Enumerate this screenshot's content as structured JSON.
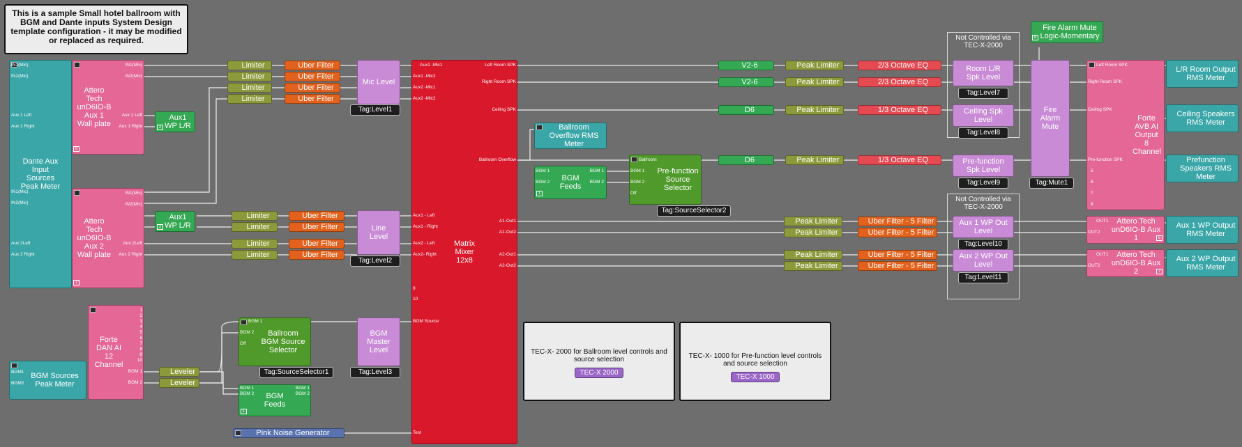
{
  "title_note": "This is a sample Small hotel ballroom with BGM and Dante inputs System Design template configuration - it may be modified or replaced as required.",
  "blocks": {
    "dante_meter": "Dante Aux Input Sources Peak Meter",
    "attero1": "Attero Tech unD6IO-B Aux 1 Wall plate",
    "attero2": "Attero Tech unD6IO-B Aux 2 Wall plate",
    "aux1_wplr_a": "Aux1 WP L/R",
    "aux1_wplr_b": "Aux1 WP L/R",
    "limiter": "Limiter",
    "uber_filter": "Uber Filter",
    "mic_level": "Mic Level",
    "line_level": "Line Level",
    "matrix": "Matrix Mixer 12x8",
    "forte_dan": "Forte DAN AI 12 Channel",
    "bgm_meter": "BGM Sources Peak Meter",
    "leveler": "Leveler",
    "ballroom_bgm_selector": "Ballroom BGM Source Selector",
    "bgm_feeds": "BGM Feeds",
    "bgm_master": "BGM Master Level",
    "pink_noise": "Pink Noise Generator",
    "overflow_meter": "Ballroom Overflow RMS Meter",
    "prefunction_selector": "Pre-function Source Selector",
    "v26": "V2-6",
    "d6": "D6",
    "peak_limiter": "Peak Limiter",
    "eq23": "2/3 Octave EQ",
    "eq13": "1/3 Octave EQ",
    "uber5": "Uber Filter - 5 Filter",
    "room_lr_level": "Room L/R Spk Level",
    "ceiling_level": "Ceiling Spk Level",
    "prefunction_level": "Pre-function Spk Level",
    "aux1_wp_out_level": "Aux 1 WP Out Level",
    "aux2_wp_out_level": "Aux 2 WP Out Level",
    "fire_mute": "Fire Alarm Mute",
    "fire_logic": "Fire Alarm Mute Logic-Momentary",
    "forte_avb": "Forte AVB AI Output 8 Channel",
    "attero_out1": "Attero Tech unD6IO-B Aux 1",
    "attero_out2": "Attero Tech unD6IO-B Aux 2",
    "lr_rms": "L/R Room Output RMS Meter",
    "ceiling_rms": "Ceiling Speakers RMS Meter",
    "prefunction_rms": "Prefunction Speakers RMS Meter",
    "aux1_rms": "Aux 1 WP Output RMS Meter",
    "aux2_rms": "Aux 2 WP Output RMS Meter"
  },
  "tags": {
    "level1": "Tag:Level1",
    "level2": "Tag:Level2",
    "level3": "Tag:Level3",
    "level7": "Tag:Level7",
    "level8": "Tag:Level8",
    "level9": "Tag:Level9",
    "level10": "Tag:Level10",
    "level11": "Tag:Level11",
    "mute1": "Tag:Mute1",
    "selector1": "Tag:SourceSelector1",
    "selector2": "Tag:SourceSelector2"
  },
  "frames": {
    "not_controlled": "Not Controlled via TEC-X-2000"
  },
  "notes": {
    "tec2000_text": "TEC-X- 2000 for Ballroom level controls and source selection",
    "tec2000_btn": "TEC-X 2000",
    "tec1000_text": "TEC-X- 1000 for Pre-function level controls and source selection",
    "tec1000_btn": "TEC-X 1000"
  },
  "ports": {
    "in1mic": "IN1(Mic)",
    "in2mic": "IN2(Mic)",
    "aux1left": "Aux 1 Left",
    "aux1right": "Aux 1 Right",
    "aux2left": "Aux 2Left",
    "aux2right": "Aux 2 Right",
    "bgm1": "BGM1",
    "bgm2": "BGM2",
    "bgm1s": "BGM 1",
    "bgm2s": "BGM 2",
    "off": "Off",
    "ballroom": "Ballroom",
    "mx_aux1mic1": "Aux1 -Mic1",
    "mx_aux1mic2": "Aux1 -Mic2",
    "mx_aux2mic1": "Aux2 -Mic1",
    "mx_aux2mic2": "Aux2 -Mic2",
    "mx_aux1l": "Aux1 - Left",
    "mx_aux1r": "Aux1 - Right",
    "mx_aux2l": "Aux2 - Left",
    "mx_aux2r": "Aux2- Right",
    "mx_9": "9",
    "mx_10": "10",
    "mx_bgm": "BGM Source",
    "mx_test": "Test",
    "o_left": "Left Room SPK",
    "o_right": "Right Room SPK",
    "o_ceiling": "Ceiling SPK",
    "o_overflow": "Ballroom Overflow",
    "o_a1out1": "A1-Out1",
    "o_a1out2": "A1-Out2",
    "o_a2out1": "A2-Out1",
    "o_a2out2": "A2-Out2",
    "avb_left": "Left Room SPK",
    "avb_right": "Right Room SPK",
    "avb_ceiling": "Ceiling SPK",
    "avb_pre": "Pre-function SPK",
    "avb_5": "5",
    "avb_6": "6",
    "avb_7": "7",
    "avb_8": "8",
    "out1": "OUT1",
    "out2": "OUT2",
    "dan_1": "1",
    "dan_2": "2",
    "dan_3": "3",
    "dan_4": "4",
    "dan_5": "5",
    "dan_6": "6",
    "dan_7": "7",
    "dan_8": "8",
    "dan_9": "9",
    "dan_10": "10",
    "dan_bgm1": "BGM 1",
    "dan_bgm2": "BGM 2"
  },
  "badges": {
    "n6": "6",
    "n7": "7",
    "n1": "1",
    "n2": "2",
    "n8": "8",
    "n9": "9"
  },
  "colors": {
    "background": "#6e6e6e",
    "limiter": "#8d9a3c",
    "uber": "#e2611c",
    "pink": "#e46795",
    "teal": "#3aa6a7",
    "green": "#34a852",
    "lavender": "#c98ad6",
    "matrix_red": "#d9182b",
    "eq_red": "#e54a52",
    "pink_noise_blue": "#5a72ad"
  }
}
